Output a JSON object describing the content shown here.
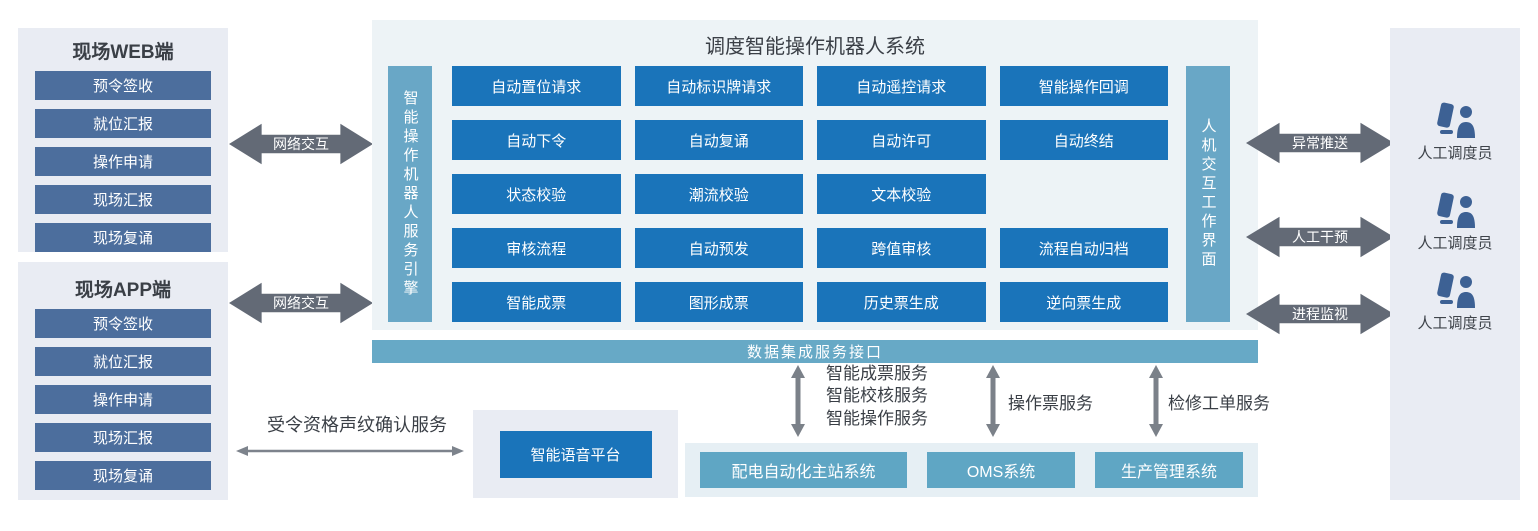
{
  "colors": {
    "panel_bg": "#e9ecf3",
    "main_panel_bg": "#edf3f6",
    "steel_button": "#4c6e9d",
    "primary_button": "#1a74ba",
    "teal_bar": "#69a7c6",
    "teal_button": "#5fa6c4",
    "arrow_gray": "#636a76",
    "dark_text": "#3a3f46"
  },
  "left_web_panel": {
    "title": "现场WEB端",
    "items": [
      "预令签收",
      "就位汇报",
      "操作申请",
      "现场汇报",
      "现场复诵"
    ]
  },
  "left_app_panel": {
    "title": "现场APP端",
    "items": [
      "预令签收",
      "就位汇报",
      "操作申请",
      "现场汇报",
      "现场复诵"
    ]
  },
  "network_arrows": {
    "web_label": "网络交互",
    "app_label": "网络交互"
  },
  "main_panel": {
    "title": "调度智能操作机器人系统",
    "left_bar": "智能操作机器人服务引擎",
    "right_bar": "人机交互工作界面",
    "grid": [
      [
        "自动置位请求",
        "自动标识牌请求",
        "自动遥控请求",
        "智能操作回调"
      ],
      [
        "自动下令",
        "自动复诵",
        "自动许可",
        "自动终结"
      ],
      [
        "状态校验",
        "潮流校验",
        "文本校验",
        ""
      ],
      [
        "审核流程",
        "自动预发",
        "跨值审核",
        "流程自动归档"
      ],
      [
        "智能成票",
        "图形成票",
        "历史票生成",
        "逆向票生成"
      ]
    ]
  },
  "data_bus": {
    "label": "数据集成服务接口"
  },
  "service_links": [
    {
      "lines": [
        "智能成票服务",
        "智能校核服务",
        "智能操作服务"
      ]
    },
    {
      "lines": [
        "操作票服务"
      ]
    },
    {
      "lines": [
        "检修工单服务"
      ]
    }
  ],
  "bottom_systems": {
    "items": [
      "配电自动化主站系统",
      "OMS系统",
      "生产管理系统"
    ]
  },
  "voice": {
    "service_label": "受令资格声纹确认服务",
    "platform": "智能语音平台"
  },
  "right_links": [
    {
      "label": "异常推送",
      "person": "人工调度员"
    },
    {
      "label": "人工干预",
      "person": "人工调度员"
    },
    {
      "label": "进程监视",
      "person": "人工调度员"
    }
  ]
}
